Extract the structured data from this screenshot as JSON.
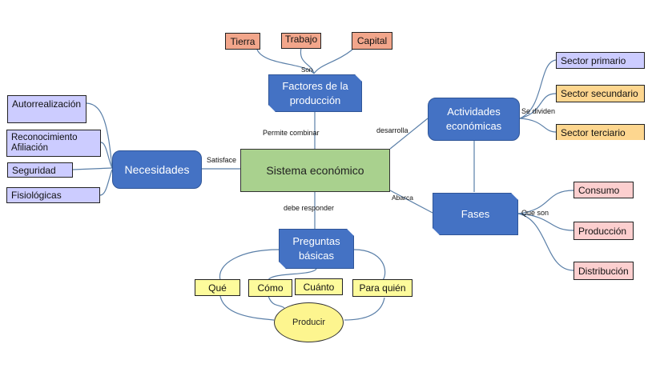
{
  "center": {
    "label": "Sistema económico"
  },
  "factores": {
    "label": "Factores de la producción",
    "link_label": "Son",
    "items": [
      "Tierra",
      "Trabajo",
      "Capital"
    ],
    "center_link": "Permite combinar"
  },
  "necesidades": {
    "label": "Necesidades",
    "center_link": "Satisface",
    "items": [
      "Autorrealización",
      "Reconocimiento Afiliación",
      "Seguridad",
      "Fisiológicas"
    ]
  },
  "actividades": {
    "label": "Actividades económicas",
    "center_link": "desarrolla",
    "link_label": "Se dividen",
    "items": [
      "Sector primario",
      "Sector secundario",
      "Sector terciario"
    ]
  },
  "fases": {
    "label": "Fases",
    "center_link": "Abarca",
    "link_label": "Que son",
    "items": [
      "Consumo",
      "Producción",
      "Distribución"
    ]
  },
  "preguntas": {
    "label": "Preguntas básicas",
    "center_link": "debe responder",
    "items": [
      "Qué",
      "Cómo",
      "Cuánto",
      "Para quién"
    ],
    "target": "Producir"
  },
  "colors": {
    "blue_node": "#4472c4",
    "center_node": "#a9d18e",
    "factor_item": "#f2a68b",
    "need_item": "#ccccff",
    "sector_primary": "#ccccff",
    "sector_other": "#fdd68f",
    "phase_item": "#fccfcf",
    "question_item": "#fdfb9c",
    "connector": "#5a7fa8"
  }
}
